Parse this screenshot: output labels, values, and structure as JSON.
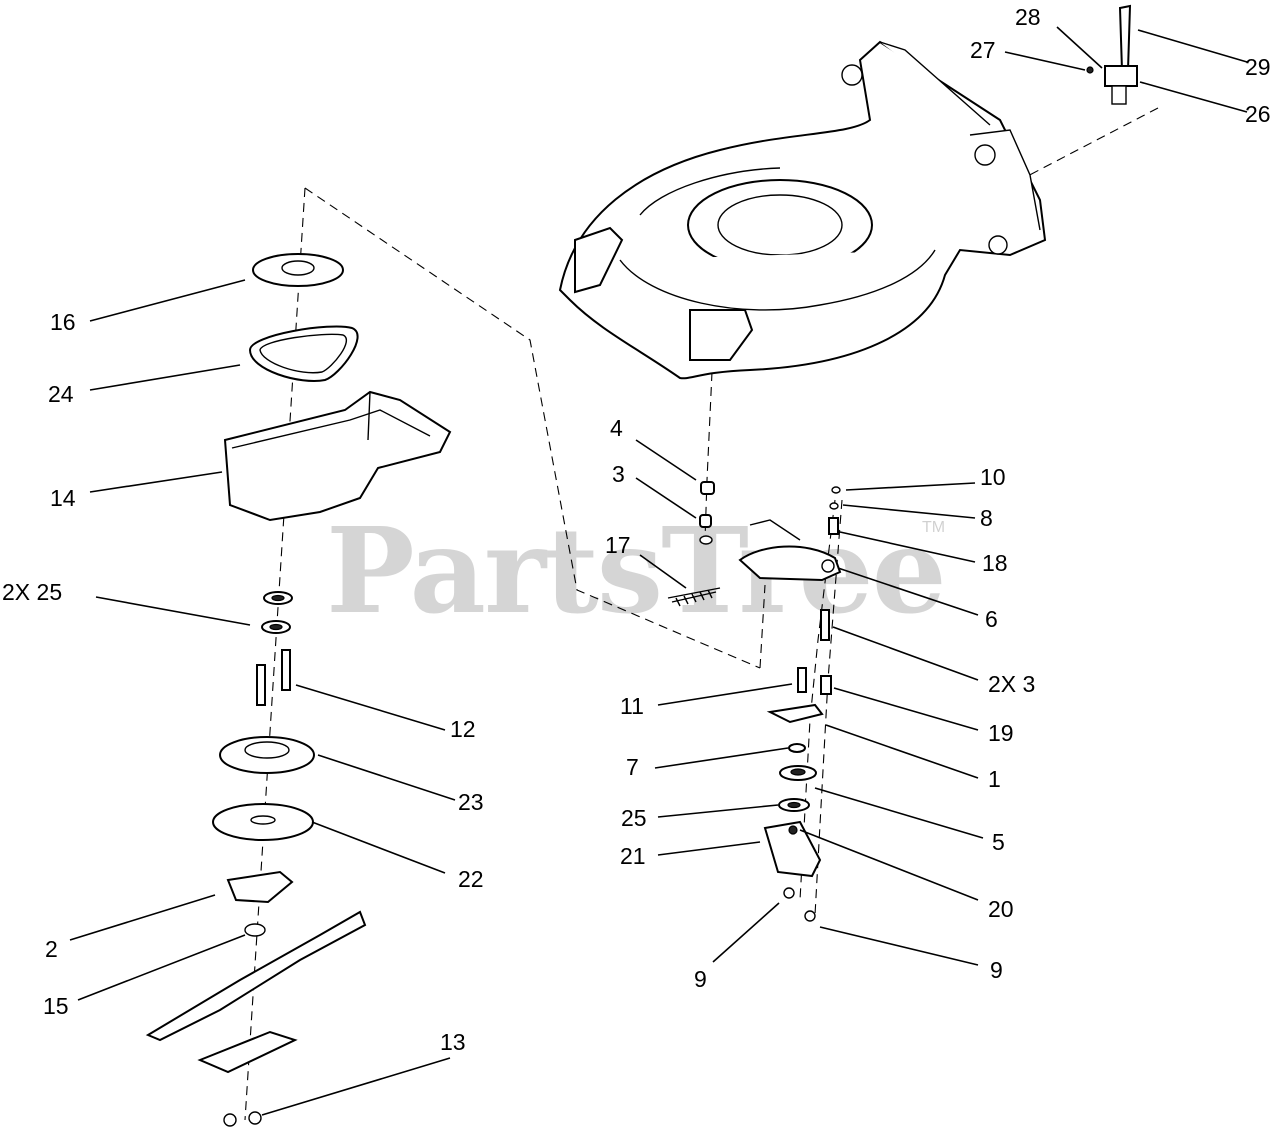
{
  "watermark": {
    "brand": "PartsTree",
    "trademark": "TM"
  },
  "callouts": {
    "c29": "29",
    "c28": "28",
    "c27": "27",
    "c26": "26",
    "c16": "16",
    "c24": "24",
    "c14": "14",
    "c2x25": "2X 25",
    "c12": "12",
    "c23": "23",
    "c22": "22",
    "c2": "2",
    "c15": "15",
    "c13": "13",
    "c4": "4",
    "c3": "3",
    "c17": "17",
    "c10": "10",
    "c8": "8",
    "c18": "18",
    "c6": "6",
    "c2x3": "2X 3",
    "c11": "11",
    "c19": "19",
    "c7": "7",
    "c1": "1",
    "c25": "25",
    "c5": "5",
    "c21": "21",
    "c20": "20",
    "c9a": "9",
    "c9b": "9"
  }
}
